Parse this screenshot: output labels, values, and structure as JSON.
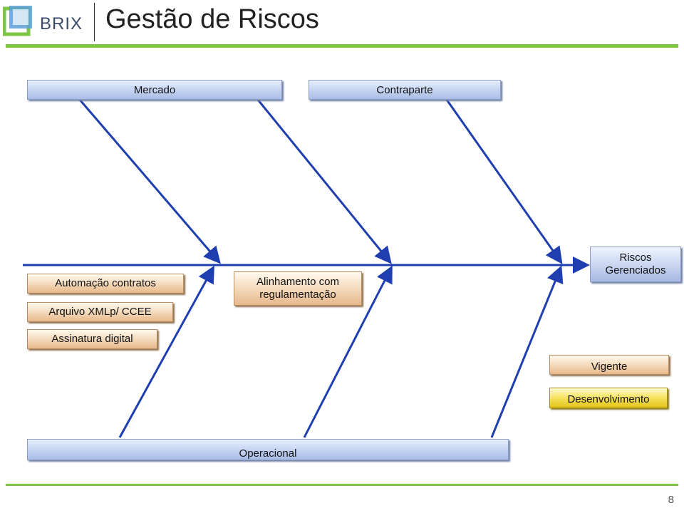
{
  "header": {
    "logo_text": "BRIX",
    "title": "Gestão de Riscos"
  },
  "colors": {
    "accent_green": "#7ec543",
    "bone_blue": "#1f3fb0"
  },
  "diagram": {
    "categories": {
      "top_left": "Mercado",
      "top_right": "Contraparte",
      "bottom": "Operacional"
    },
    "items": {
      "automacao": "Automação contratos",
      "arquivo": "Arquivo XMLp/ CCEE",
      "assinatura": "Assinatura digital",
      "alinhamento_line1": "Alinhamento com",
      "alinhamento_line2": "regulamentação"
    },
    "effect_line1": "Riscos",
    "effect_line2": "Gerenciados"
  },
  "legend": {
    "vigente": "Vigente",
    "desenvolvimento": "Desenvolvimento"
  },
  "footer": {
    "page_number": "8"
  }
}
